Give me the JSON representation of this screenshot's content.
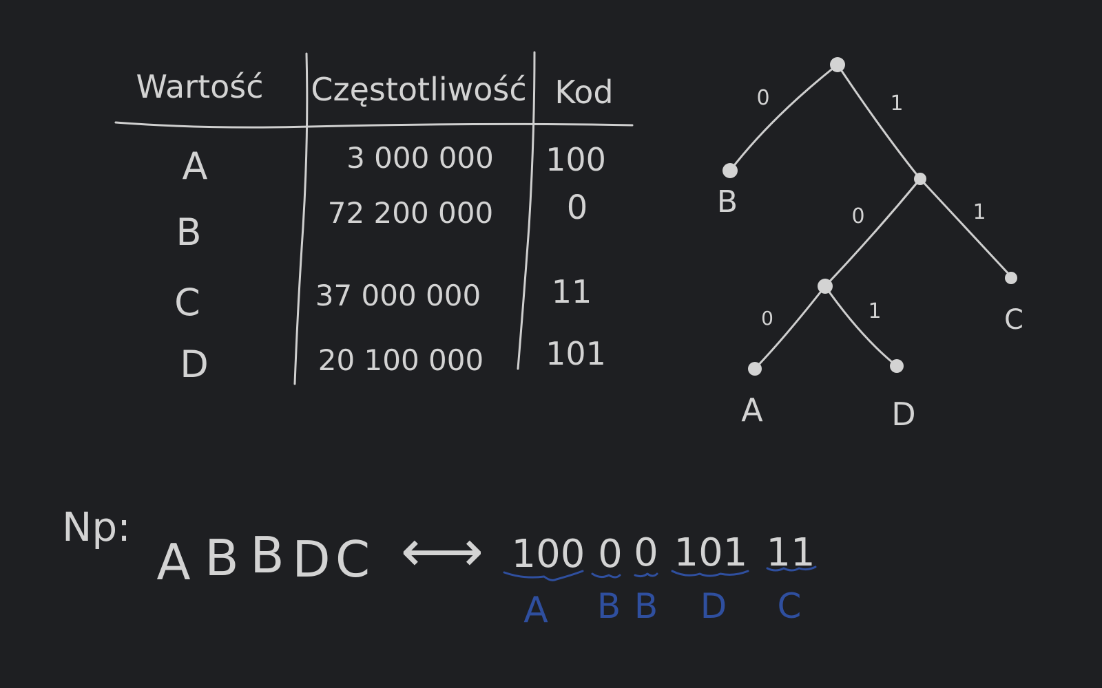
{
  "table": {
    "headers": [
      "Wartość",
      "Częstotliwość",
      "Kod"
    ],
    "rows": [
      {
        "value": "A",
        "frequency": "3 000 000",
        "code": "100"
      },
      {
        "value": "B",
        "frequency": "72 200 000",
        "code": "0"
      },
      {
        "value": "C",
        "frequency": "37 000 000",
        "code": "11"
      },
      {
        "value": "D",
        "frequency": "20 100 000",
        "code": "101"
      }
    ]
  },
  "tree": {
    "edge_labels": {
      "root_left": "0",
      "root_right": "1",
      "n1_left": "0",
      "n1_right": "1",
      "n2_left": "0",
      "n2_right": "1"
    },
    "leaves": {
      "b": "B",
      "c": "C",
      "a": "A",
      "d": "D"
    }
  },
  "example": {
    "label": "Np:",
    "sequence": [
      "A",
      "B",
      "B",
      "D",
      "C"
    ],
    "arrow": "⟷",
    "codes": [
      "100",
      "0",
      "0",
      "101",
      "11"
    ],
    "decoded": [
      "A",
      "B",
      "B",
      "D",
      "C"
    ]
  },
  "colors": {
    "background": "#1e1f22",
    "chalk": "#d3d3d3",
    "accent_blue": "#2f4f9f"
  }
}
